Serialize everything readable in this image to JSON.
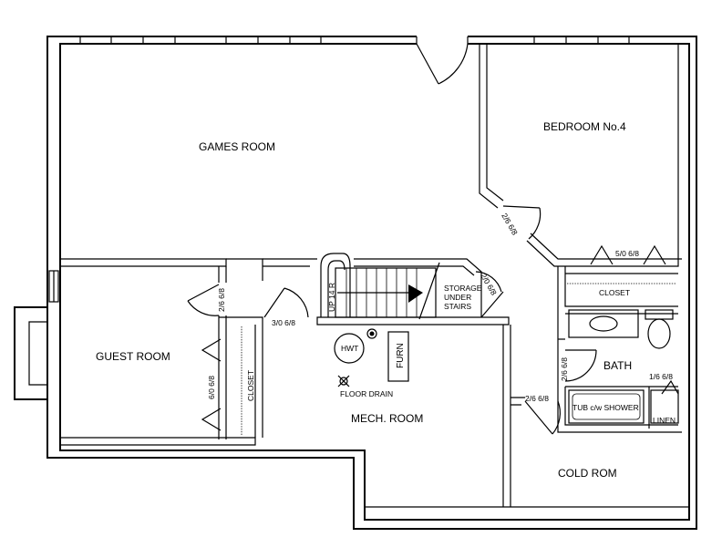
{
  "rooms": {
    "games_room": "GAMES ROOM",
    "bedroom_4": "BEDROOM No.4",
    "guest_room": "GUEST ROOM",
    "mech_room": "MECH. ROOM",
    "bath": "BATH",
    "cold_room": "COLD ROM",
    "closet_bedroom": "CLOSET",
    "closet_guest": "CLOSET",
    "linen": "LINEN",
    "storage_line1": "STORAGE",
    "storage_line2": "UNDER",
    "storage_line3": "STAIRS"
  },
  "fixtures": {
    "hwt": "HWT",
    "furnace": "FURN",
    "floor_drain": "FLOOR DRAIN",
    "tub": "TUB c/w SHOWER",
    "stairs": "UP 14 R"
  },
  "doors": {
    "bedroom_door": "2/6 6/8",
    "bedroom_closet": "5/0 6/8",
    "storage_door": "2/0 6/8",
    "guest_door": "2/6 6/8",
    "mech_door": "3/0 6/8",
    "guest_closet": "6/0 6/8",
    "bath_door": "2/6 6/8",
    "cold_room_door": "2/6 6/8",
    "linen_door": "1/6 6/8"
  }
}
